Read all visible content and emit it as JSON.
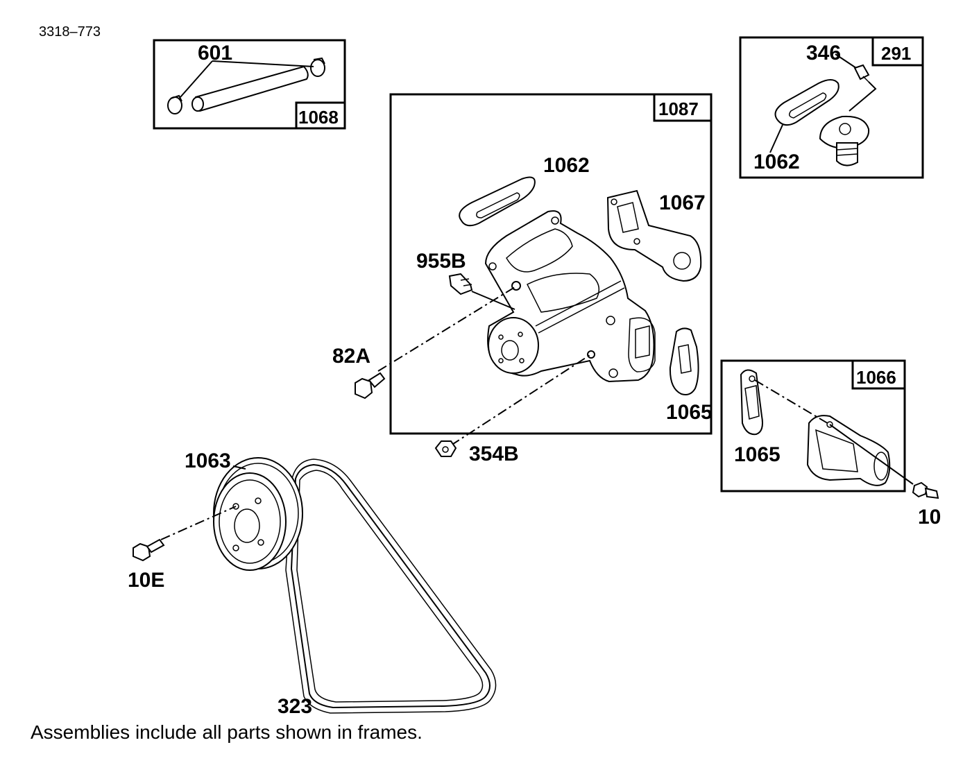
{
  "drawing_code": "3318–773",
  "footnote": "Assemblies include all parts shown in frames.",
  "frames": {
    "hose_kit": {
      "tag": "1068",
      "callouts": [
        "601"
      ]
    },
    "water_pump_kit": {
      "tag": "1087",
      "callouts": [
        "1062",
        "1067",
        "955B",
        "1065"
      ]
    },
    "thermostat_kit": {
      "tag": "291",
      "callouts": [
        "346",
        "1062"
      ]
    },
    "outlet_kit": {
      "tag": "1066",
      "callouts": [
        "1065"
      ]
    }
  },
  "loose_parts": [
    "82A",
    "354B",
    "1063",
    "10E",
    "323",
    "10"
  ]
}
